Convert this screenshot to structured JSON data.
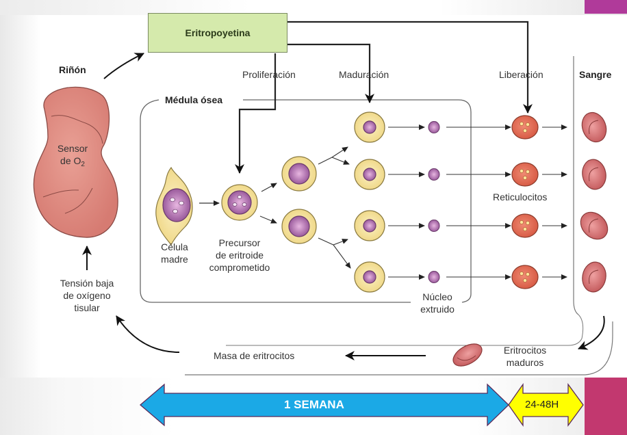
{
  "diagram": {
    "hormone_box": "Eritropoyetina",
    "kidney": {
      "title": "Riñón",
      "sensor_line1": "Sensor",
      "sensor_line2_prefix": "de O",
      "sensor_subscript": "2"
    },
    "stages": {
      "proliferation": "Proliferación",
      "maturation": "Maduración",
      "release": "Liberación",
      "blood": "Sangre"
    },
    "bone_marrow": "Médula ósea",
    "cells": {
      "stem_line1": "Célula",
      "stem_line2": "madre",
      "precursor_line1": "Precursor",
      "precursor_line2": "de eritroide",
      "precursor_line3": "comprometido",
      "reticulocytes": "Reticulocitos",
      "nucleus_line1": "Núcleo",
      "nucleus_line2": "extruido",
      "mature_line1": "Eritrocitos",
      "mature_line2": "maduros"
    },
    "feedback": {
      "low_o2_line1": "Tensión baja",
      "low_o2_line2": "de oxígeno",
      "low_o2_line3": "tisular",
      "rbc_mass": "Masa de eritrocitos"
    }
  },
  "timeline": {
    "long_span": "1 SEMANA",
    "short_span": "24-48H",
    "colors": {
      "long_arrow": "#1ba9e6",
      "short_arrow": "#ffff00",
      "accent_top": "#b03a9a",
      "accent_bottom": "#c2386f"
    }
  },
  "colors": {
    "kidney": "#d9817a",
    "hormone_box": "#d5eaac",
    "precursor_cytoplasm": "#f5e2a0",
    "nucleus": "#a86aa8",
    "reticulocyte": "#e06a52",
    "erythrocyte": "#cf6e6e"
  }
}
